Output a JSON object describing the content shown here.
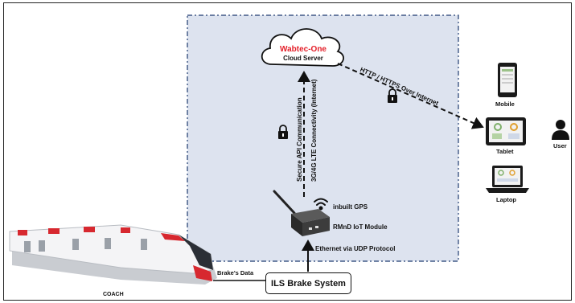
{
  "cloud": {
    "title": "Wabtec-One",
    "subtitle": "Cloud Server"
  },
  "links": {
    "cellular_line1": "Secure API Communication",
    "cellular_line2": "3G/4G LTE Connectivity (Internet)",
    "http": "HTTP / HTTPS Over Internet",
    "ethernet": "Ethernet via UDP Protocol",
    "brake_data": "Brake's Data"
  },
  "module": {
    "gps": "inbuilt GPS",
    "name": "RMnD IoT Module"
  },
  "ils": {
    "label": "ILS Brake System"
  },
  "devices": {
    "mobile": "Mobile",
    "tablet": "Tablet",
    "laptop": "Laptop"
  },
  "user": {
    "label": "User"
  },
  "train": {
    "label": "COACH"
  },
  "colors": {
    "cloud_zone_fill": "#dde3ef",
    "cloud_zone_border": "#1f3b70",
    "brand_red": "#e4202a",
    "train_red": "#d7282f"
  },
  "icons": [
    "cloud-icon",
    "lock-icon",
    "wifi-icon",
    "iot-router-icon",
    "mobile-icon",
    "tablet-icon",
    "laptop-icon",
    "user-icon",
    "train-icon"
  ]
}
